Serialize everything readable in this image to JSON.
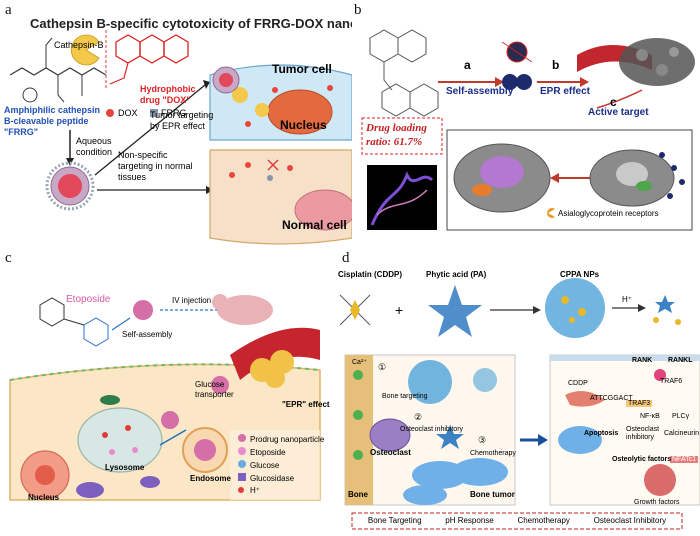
{
  "panel_a": {
    "label": "a",
    "title": "Cathepsin B-specific cytotoxicity of FRRG-DOX nanoparticles",
    "cathepsin_b": "Cathepsin-B",
    "hydrophobic_drug": "Hydrophobic drug \"DOX\"",
    "legend_dox": "DOX",
    "legend_frrg": "FRRG",
    "peptide_label": "Amphiphilic cathepsin B-cleavable peptide \"FRRG\"",
    "aqueous": "Aqueous condition",
    "tumor_targeting": "Tumor targeting by EPR effect",
    "non_specific": "Non-specific targeting in normal tissues",
    "tumor_cell": "Tumor cell",
    "nucleus": "Nucleus",
    "normal_cell": "Normal cell"
  },
  "panel_b": {
    "label": "b",
    "step_a": "a",
    "step_b": "b",
    "step_c": "c",
    "self_assembly": "Self-assembly",
    "epr_effect": "EPR effect",
    "active_target": "Active target",
    "drug_loading": "Drug loading ratio: 61.7%",
    "receptors": "Asialoglycoprotein receptors"
  },
  "panel_c": {
    "label": "c",
    "etoposide_title": "Etoposide",
    "self_assembly": "Self-assembly",
    "iv_injection": "IV injection",
    "glucose_transporter": "Glucose transporter",
    "epr": "\"EPR\" effect",
    "lysosome": "Lysosome",
    "endosome": "Endosome",
    "nucleus": "Nucleus",
    "legend": [
      {
        "label": "Prodrug nanoparticle",
        "color": "#d56fa8"
      },
      {
        "label": "Etoposide",
        "color": "#e98bd0"
      },
      {
        "label": "Glucose",
        "color": "#6aaee0"
      },
      {
        "label": "Glucosidase",
        "color": "#7d5fc0"
      },
      {
        "label": "H⁺",
        "color": "#e23b3b"
      }
    ]
  },
  "panel_d": {
    "label": "d",
    "cisplatin": "Cisplatin (CDDP)",
    "phytic": "Phytic acid (PA)",
    "cppa": "CPPA NPs",
    "plus": "+",
    "hplus": "H⁺",
    "rank": "RANK",
    "rankl": "RANKL",
    "cddp": "CDDP",
    "traf6": "TRAF6",
    "traf3": "TRAF3",
    "nfkb": "NF-κB",
    "plcg": "PLCγ",
    "calcineurin": "Calcineurin",
    "nfatc1": "NFATc1",
    "dna_seq": "ATTCGGACT",
    "apoptosis": "Apoptosis",
    "osteoclast_inhibitory": "Osteoclast inhibitory",
    "osteolytic": "Osteolytic factors",
    "growth": "Growth factors",
    "osteoclast": "Osteoclast",
    "bone": "Bone",
    "bone_tumor": "Bone tumor",
    "bone_targeting": "Bone targeting",
    "osteoclast_inhib2": "Osteoclast inhibitory",
    "chemotherapy": "Chemotherapy",
    "ca": "Ca²⁺",
    "circle1": "①",
    "circle2": "②",
    "circle3": "③",
    "footer": [
      "Bone Targeting",
      "pH Response",
      "Chemotherapy",
      "Osteoclast Inhibitory"
    ]
  }
}
